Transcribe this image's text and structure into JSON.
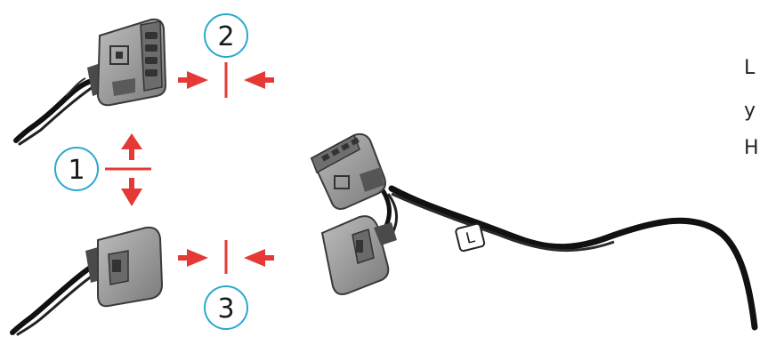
{
  "steps": [
    {
      "number": "1",
      "action": "vertical-separation"
    },
    {
      "number": "2",
      "action": "press-together"
    },
    {
      "number": "3",
      "action": "press-together"
    }
  ],
  "harness_label": "L",
  "side_text": [
    "L",
    "y",
    "H"
  ],
  "colors": {
    "accent_red": "#e53935",
    "circle_outline": "#2aa8cf",
    "connector_fill": "#8f8f8f",
    "connector_dark": "#555555",
    "cable": "#111111"
  },
  "icons": [
    "connector-top-icon",
    "connector-bottom-icon",
    "connector-pair-icon",
    "red-arrow-icon",
    "cable-icon"
  ]
}
